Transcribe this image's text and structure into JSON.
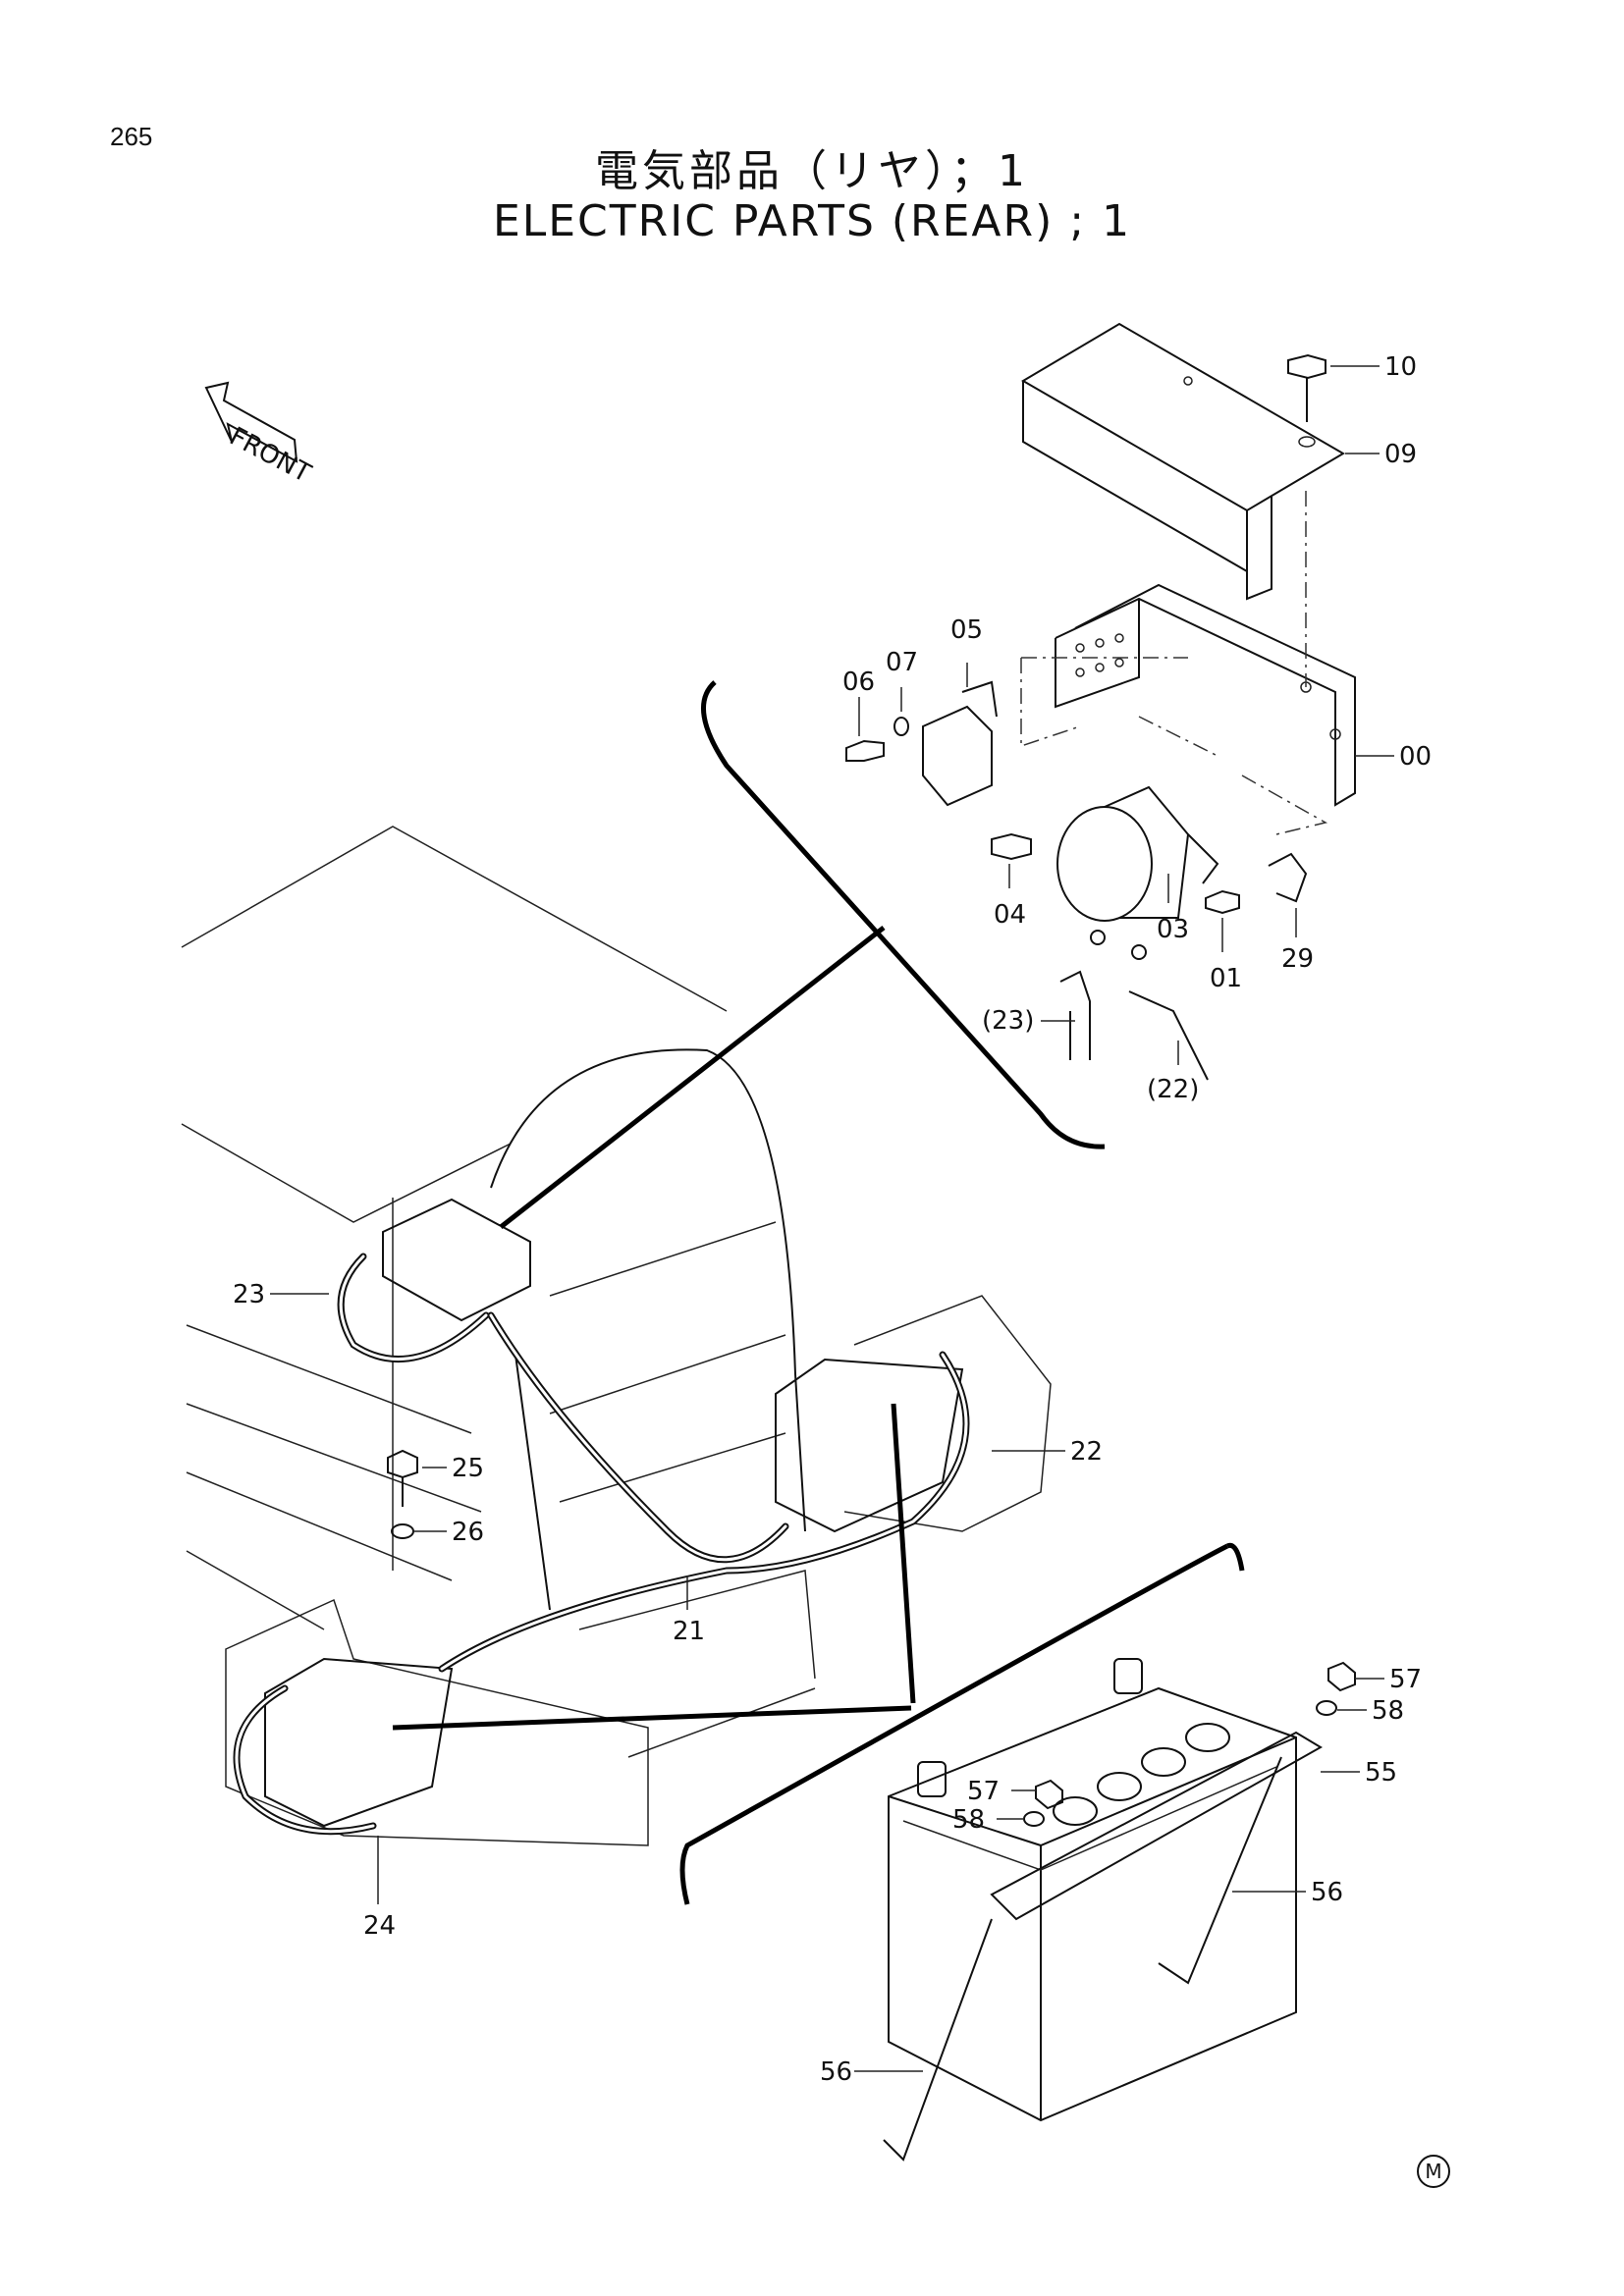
{
  "page_number": "265",
  "title_jp": "電気部品（リヤ）；1",
  "title_en": "ELECTRIC PARTS (REAR) ; 1",
  "front_label": "FRONT",
  "mark": "M",
  "callouts": {
    "c10": "10",
    "c09": "09",
    "c05": "05",
    "c07": "07",
    "c06": "06",
    "c00": "00",
    "c04": "04",
    "c03": "03",
    "c01": "01",
    "c29": "29",
    "c23ref": "(23)",
    "c22ref": "(22)",
    "c23": "23",
    "c22": "22",
    "c25": "25",
    "c26": "26",
    "c21": "21",
    "c24": "24",
    "c57a": "57",
    "c58a": "58",
    "c55": "55",
    "c57b": "57",
    "c58b": "58",
    "c56a": "56",
    "c56b": "56"
  }
}
